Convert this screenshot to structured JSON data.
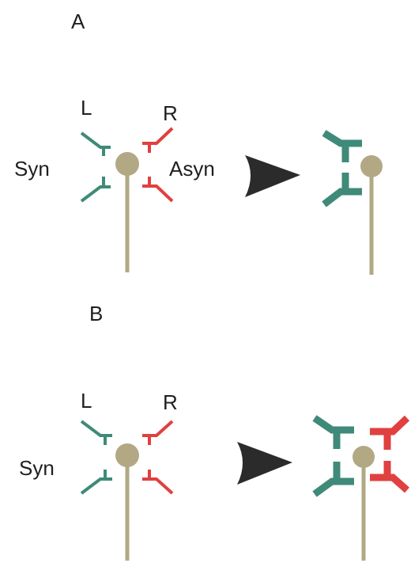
{
  "panels": [
    {
      "id": "A",
      "label": "A",
      "left_label": "L",
      "right_label": "R",
      "sync_label": "Syn",
      "async_label": "Asyn"
    },
    {
      "id": "B",
      "label": "B",
      "left_label": "L",
      "right_label": "R",
      "sync_label": "Syn"
    }
  ],
  "colors": {
    "left_input": "#3f8a78",
    "right_input": "#e0403f",
    "neuron": "#b2a883",
    "arrow": "#2b2b2b",
    "text": "#1f1f1f"
  }
}
